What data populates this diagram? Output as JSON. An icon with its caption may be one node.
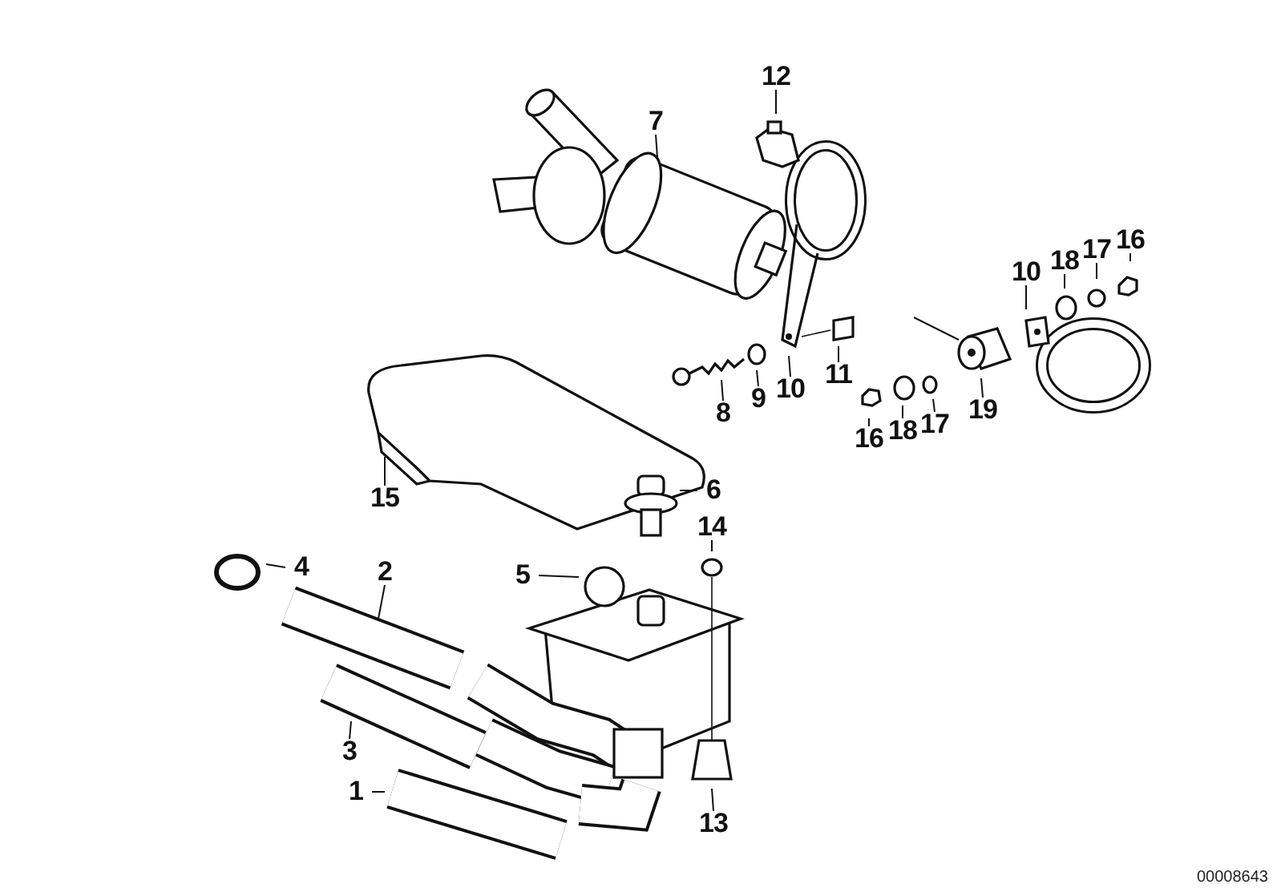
{
  "diagram": {
    "nodes": [
      {
        "text": [
          "12"
        ]
      },
      {
        "text": [
          "7"
        ]
      },
      {
        "text": [
          "16"
        ]
      },
      {
        "text": [
          "17"
        ]
      },
      {
        "text": [
          "18"
        ]
      },
      {
        "text": [
          "10"
        ]
      },
      {
        "text": [
          "11"
        ]
      },
      {
        "text": [
          "10"
        ]
      },
      {
        "text": [
          "9"
        ]
      },
      {
        "text": [
          "19"
        ]
      },
      {
        "text": [
          "8"
        ]
      },
      {
        "text": [
          "17"
        ]
      },
      {
        "text": [
          "18"
        ]
      },
      {
        "text": [
          "16"
        ]
      },
      {
        "text": [
          "6"
        ]
      },
      {
        "text": [
          "15"
        ]
      },
      {
        "text": [
          "14"
        ]
      },
      {
        "text": [
          "4"
        ]
      },
      {
        "text": [
          "2"
        ]
      },
      {
        "text": [
          "5"
        ]
      },
      {
        "text": [
          "3"
        ]
      },
      {
        "text": [
          "1"
        ]
      },
      {
        "text": [
          "13"
        ]
      }
    ],
    "edges": [
      {
        "from": 0,
        "to": null,
        "arrow": "none"
      },
      {
        "from": 1,
        "to": null,
        "arrow": "none"
      },
      {
        "from": 2,
        "to": null,
        "arrow": "none"
      },
      {
        "from": 3,
        "to": null,
        "arrow": "none"
      },
      {
        "from": 4,
        "to": null,
        "arrow": "none"
      },
      {
        "from": 5,
        "to": null,
        "arrow": "none"
      },
      {
        "from": 6,
        "to": null,
        "arrow": "none"
      },
      {
        "from": 7,
        "to": null,
        "arrow": "none"
      },
      {
        "from": 8,
        "to": null,
        "arrow": "none"
      },
      {
        "from": 9,
        "to": null,
        "arrow": "none"
      },
      {
        "from": 10,
        "to": null,
        "arrow": "none"
      },
      {
        "from": 11,
        "to": null,
        "arrow": "none"
      },
      {
        "from": 12,
        "to": null,
        "arrow": "none"
      },
      {
        "from": 13,
        "to": null,
        "arrow": "none"
      },
      {
        "from": 14,
        "to": null,
        "arrow": "none"
      },
      {
        "from": 15,
        "to": null,
        "arrow": "none"
      },
      {
        "from": 16,
        "to": null,
        "arrow": "none"
      },
      {
        "from": 17,
        "to": null,
        "arrow": "none"
      },
      {
        "from": 18,
        "to": null,
        "arrow": "none"
      },
      {
        "from": 19,
        "to": null,
        "arrow": "none"
      },
      {
        "from": 20,
        "to": null,
        "arrow": "none"
      },
      {
        "from": 21,
        "to": null,
        "arrow": "none"
      },
      {
        "from": 22,
        "to": null,
        "arrow": "none"
      }
    ],
    "labels": [
      "00008643"
    ]
  }
}
